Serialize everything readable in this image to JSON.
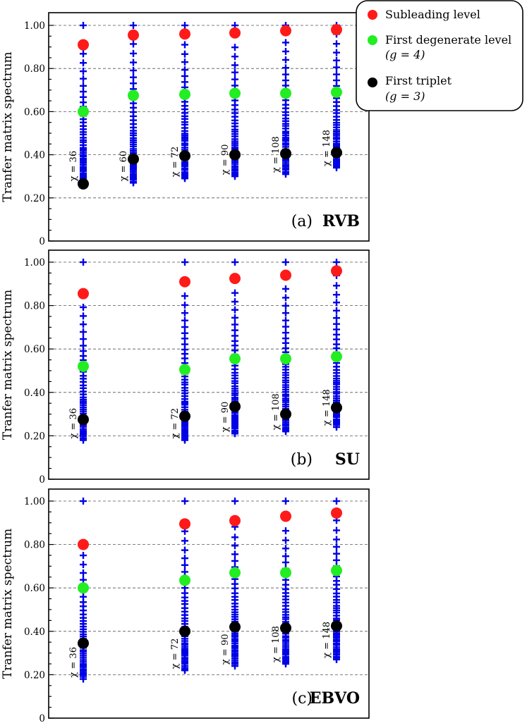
{
  "legend": {
    "items": [
      {
        "label": "Subleading level",
        "sublabel": "",
        "color": "#ff1a1a"
      },
      {
        "label": "First degenerate level",
        "sublabel": "(g = 4)",
        "color": "#22ee22"
      },
      {
        "label": "First triplet",
        "sublabel": "(g = 3)",
        "color": "#000000"
      }
    ]
  },
  "chart_data": [
    {
      "type": "scatter",
      "panel_tag": "(a)",
      "panel_name": "RVB",
      "ylabel": "Tranfer matrix spectrum",
      "ylim": [
        0,
        1.05
      ],
      "yticks": [
        "0",
        "0.20",
        "0.40",
        "0.60",
        "0.80",
        "1.00"
      ],
      "grid": true,
      "legend_position": "top-right",
      "columns": [
        {
          "chi_label": "χ = 36",
          "subleading": 0.91,
          "degenerate": 0.6,
          "triplet": 0.265,
          "spectrum_min": 0.27
        },
        {
          "chi_label": "χ = 60",
          "subleading": 0.955,
          "degenerate": 0.675,
          "triplet": 0.38,
          "spectrum_min": 0.27
        },
        {
          "chi_label": "χ = 72",
          "subleading": 0.96,
          "degenerate": 0.68,
          "triplet": 0.395,
          "spectrum_min": 0.29
        },
        {
          "chi_label": "χ = 90",
          "subleading": 0.965,
          "degenerate": 0.685,
          "triplet": 0.4,
          "spectrum_min": 0.3
        },
        {
          "chi_label": "χ = 108",
          "subleading": 0.975,
          "degenerate": 0.685,
          "triplet": 0.405,
          "spectrum_min": 0.31
        },
        {
          "chi_label": "χ = 148",
          "subleading": 0.98,
          "degenerate": 0.69,
          "triplet": 0.41,
          "spectrum_min": 0.34
        }
      ]
    },
    {
      "type": "scatter",
      "panel_tag": "(b)",
      "panel_name": "SU",
      "ylabel": "Tranfer matrix spectrum",
      "ylim": [
        0,
        1.05
      ],
      "yticks": [
        "0",
        "0.20",
        "0.40",
        "0.60",
        "0.80",
        "1.00"
      ],
      "grid": true,
      "columns": [
        {
          "chi_label": "χ = 36",
          "subleading": 0.855,
          "degenerate": 0.52,
          "triplet": 0.275,
          "spectrum_min": 0.18
        },
        {
          "chi_label": "χ = 72",
          "subleading": 0.91,
          "degenerate": 0.505,
          "triplet": 0.29,
          "spectrum_min": 0.18
        },
        {
          "chi_label": "χ = 90",
          "subleading": 0.925,
          "degenerate": 0.555,
          "triplet": 0.335,
          "spectrum_min": 0.21
        },
        {
          "chi_label": "χ = 108",
          "subleading": 0.94,
          "degenerate": 0.555,
          "triplet": 0.3,
          "spectrum_min": 0.22
        },
        {
          "chi_label": "χ = 148",
          "subleading": 0.96,
          "degenerate": 0.565,
          "triplet": 0.33,
          "spectrum_min": 0.24
        }
      ]
    },
    {
      "type": "scatter",
      "panel_tag": "(c)",
      "panel_name": "EBVO",
      "ylabel": "Tranfer matrix spectrum",
      "ylim": [
        0,
        1.05
      ],
      "yticks": [
        "0",
        "0.20",
        "0.40",
        "0.60",
        "0.80",
        "1.00"
      ],
      "grid": true,
      "columns": [
        {
          "chi_label": "χ = 36",
          "subleading": 0.8,
          "degenerate": 0.6,
          "triplet": 0.345,
          "spectrum_min": 0.18
        },
        {
          "chi_label": "χ = 72",
          "subleading": 0.895,
          "degenerate": 0.635,
          "triplet": 0.4,
          "spectrum_min": 0.22
        },
        {
          "chi_label": "χ = 90",
          "subleading": 0.91,
          "degenerate": 0.67,
          "triplet": 0.42,
          "spectrum_min": 0.24
        },
        {
          "chi_label": "χ = 108",
          "subleading": 0.93,
          "degenerate": 0.67,
          "triplet": 0.415,
          "spectrum_min": 0.25
        },
        {
          "chi_label": "χ = 148",
          "subleading": 0.945,
          "degenerate": 0.68,
          "triplet": 0.425,
          "spectrum_min": 0.27
        }
      ]
    }
  ]
}
